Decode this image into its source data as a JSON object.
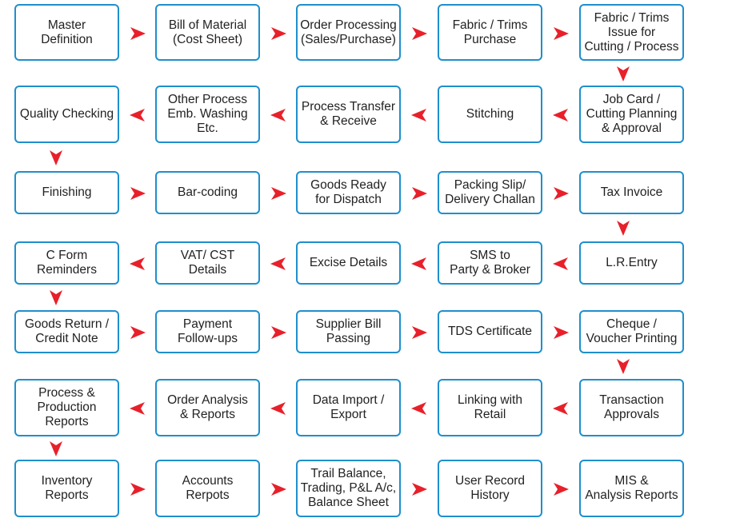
{
  "accent_color": "#1f8fcc",
  "arrow_color": "#e8202a",
  "rows": [
    {
      "direction": "right",
      "turn": "down-right",
      "steps": [
        "Master\nDefinition",
        "Bill of Material\n(Cost Sheet)",
        "Order Processing\n(Sales/Purchase)",
        "Fabric / Trims\nPurchase",
        "Fabric / Trims\nIssue for\nCutting / Process"
      ]
    },
    {
      "direction": "left",
      "turn": "down-left",
      "steps": [
        "Job Card /\nCutting Planning\n& Approval",
        "Stitching",
        "Process Transfer\n& Receive",
        "Other Process\nEmb. Washing\nEtc.",
        "Quality Checking"
      ]
    },
    {
      "direction": "right",
      "turn": "down-right",
      "steps": [
        "Finishing",
        "Bar-coding",
        "Goods Ready\nfor Dispatch",
        "Packing Slip/\nDelivery Challan",
        "Tax Invoice"
      ]
    },
    {
      "direction": "left",
      "turn": "down-left",
      "steps": [
        "L.R.Entry",
        "SMS to\nParty & Broker",
        "Excise Details",
        "VAT/ CST\nDetails",
        "C Form\nReminders"
      ]
    },
    {
      "direction": "right",
      "turn": "down-right",
      "steps": [
        "Goods Return /\nCredit Note",
        "Payment\nFollow-ups",
        "Supplier Bill\nPassing",
        "TDS Certificate",
        "Cheque /\nVoucher Printing"
      ]
    },
    {
      "direction": "left",
      "turn": "down-left",
      "steps": [
        "Transaction\nApprovals",
        "Linking with\nRetail",
        "Data Import /\nExport",
        "Order Analysis\n& Reports",
        "Process &\nProduction\nReports"
      ]
    },
    {
      "direction": "right",
      "turn": "",
      "steps": [
        "Inventory\nReports",
        "Accounts\nRerpots",
        "Trail Balance,\nTrading, P&L A/c,\nBalance Sheet",
        "User Record\nHistory",
        "MIS &\nAnalysis Reports"
      ]
    }
  ]
}
